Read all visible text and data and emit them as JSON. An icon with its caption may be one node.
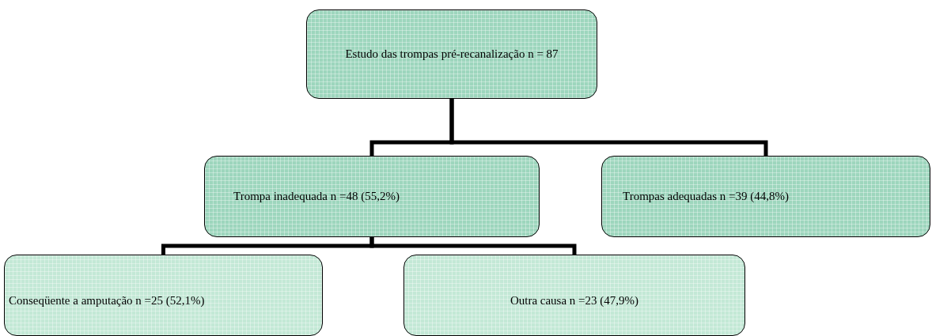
{
  "diagram": {
    "nodes": [
      {
        "text": [
          "Estudo das trompas pré-recanalização n = 87"
        ]
      },
      {
        "text": [
          "Trompa inadequada n =48  (55,2%)"
        ]
      },
      {
        "text": [
          "Trompas adequadas n =39 (44,8%)"
        ]
      },
      {
        "text": [
          "Conseqüente a amputação n =25 (52,1%)"
        ]
      },
      {
        "text": [
          "Outra causa n =23 (47,9%)"
        ]
      }
    ],
    "edges": [
      {
        "from": 0,
        "to": 1,
        "arrow": "none"
      },
      {
        "from": 0,
        "to": 2,
        "arrow": "none"
      },
      {
        "from": 1,
        "to": 3,
        "arrow": "none"
      },
      {
        "from": 1,
        "to": 4,
        "arrow": "none"
      }
    ]
  }
}
